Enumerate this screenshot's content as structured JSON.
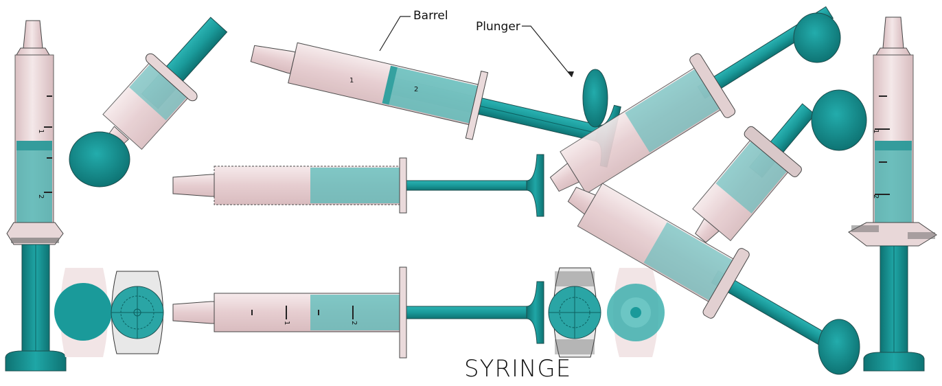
{
  "labels": {
    "barrel": "Barrel",
    "plunger": "Plunger",
    "title": "SYRINGE"
  },
  "colors": {
    "barrel": "#e9d2d4",
    "plunger": "#1a9a9a",
    "plunger_dark": "#0f7a7a",
    "outline": "#333333"
  },
  "graduations": [
    "1",
    "2"
  ]
}
